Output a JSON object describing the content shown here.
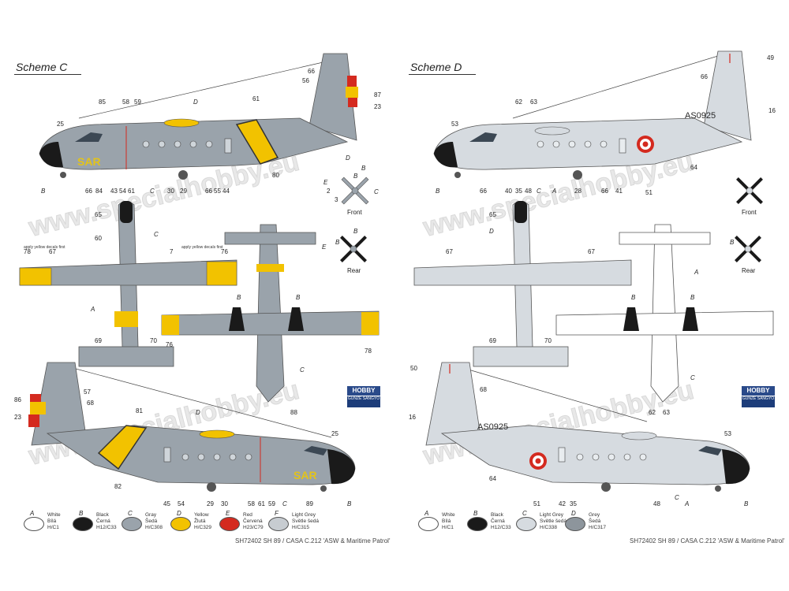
{
  "left_sheet": {
    "scheme_title": "Scheme C",
    "footer": "SH72402  SH 89 / CASA C.212 'ASW & Maritime Patrol'",
    "watermark_top": "www.specialhobby.eu",
    "watermark_bottom": "www.specialhobby.eu",
    "code_text": "SAR",
    "note_left": "apply yellow decals first",
    "note_right": "apply yellow decals first",
    "prop_front_label": "Front",
    "prop_rear_label": "Rear",
    "legend": [
      {
        "letter": "A",
        "text": "White\nBílá\nH/C1",
        "color": "#ffffff"
      },
      {
        "letter": "B",
        "text": "Black\nČerná\nH12/C33",
        "color": "#1a1a1a"
      },
      {
        "letter": "C",
        "text": "Gray\nŠedá\nH/C308",
        "color": "#9aa3ab"
      },
      {
        "letter": "D",
        "text": "Yellow\nŽlutá\nH/C329",
        "color": "#f2c200"
      },
      {
        "letter": "E",
        "text": "Red\nČervená\nH23/C79",
        "color": "#d42a1f"
      },
      {
        "letter": "F",
        "text": "Light Grey\nSvětle šedá\nH/C315",
        "color": "#c7ccd1"
      }
    ],
    "brand_logo": "HOBBY",
    "brand_sub": "GUNZE SANGYO",
    "callouts_top": [
      "66",
      "56",
      "87",
      "23",
      "85",
      "58",
      "59",
      "D",
      "61",
      "25",
      "B",
      "66",
      "84",
      "43",
      "54",
      "61",
      "C",
      "30",
      "29",
      "66",
      "55",
      "44",
      "80"
    ],
    "callouts_mid": [
      "65",
      "C",
      "60",
      "67",
      "7",
      "78",
      "76",
      "A",
      "69",
      "70",
      "B",
      "B",
      "B",
      "76",
      "78",
      "C",
      "E",
      "B",
      "B",
      "C",
      "D",
      "E",
      "2",
      "3",
      "B"
    ],
    "callouts_bottom": [
      "86",
      "57",
      "68",
      "23",
      "81",
      "D",
      "88",
      "25",
      "82",
      "SAR",
      "45",
      "54",
      "29",
      "30",
      "58",
      "61",
      "59",
      "C",
      "89",
      "B"
    ]
  },
  "right_sheet": {
    "scheme_title": "Scheme D",
    "footer": "SH72402  SH 89 / CASA C.212 'ASW & Maritime Patrol'",
    "watermark_top": "www.specialhobby.eu",
    "watermark_bottom": "www.specialhobby.eu",
    "registration_top": "AS0925",
    "registration_bottom": "AS0925",
    "prop_front_label": "Front",
    "prop_rear_label": "Rear",
    "legend": [
      {
        "letter": "A",
        "text": "White\nBílá\nH/C1",
        "color": "#ffffff"
      },
      {
        "letter": "B",
        "text": "Black\nČerná\nH12/C33",
        "color": "#1a1a1a"
      },
      {
        "letter": "C",
        "text": "Light Grey\nSvětle šedá\nH/C338",
        "color": "#d6dbe0"
      },
      {
        "letter": "D",
        "text": "Grey\nŠedá\nH/C317",
        "color": "#8d959c"
      }
    ],
    "brand_logo": "HOBBY",
    "brand_sub": "GUNZE SANGYO",
    "callouts_top": [
      "49",
      "66",
      "62",
      "63",
      "16",
      "53",
      "64",
      "B",
      "66",
      "40",
      "35",
      "48",
      "C",
      "A",
      "28",
      "66",
      "41",
      "51"
    ],
    "callouts_mid": [
      "65",
      "D",
      "67",
      "67",
      "A",
      "C",
      "69",
      "70",
      "B",
      "B",
      "B"
    ],
    "callouts_bottom": [
      "50",
      "68",
      "16",
      "62",
      "63",
      "53",
      "64",
      "51",
      "42",
      "35",
      "48",
      "C",
      "A",
      "B"
    ]
  }
}
